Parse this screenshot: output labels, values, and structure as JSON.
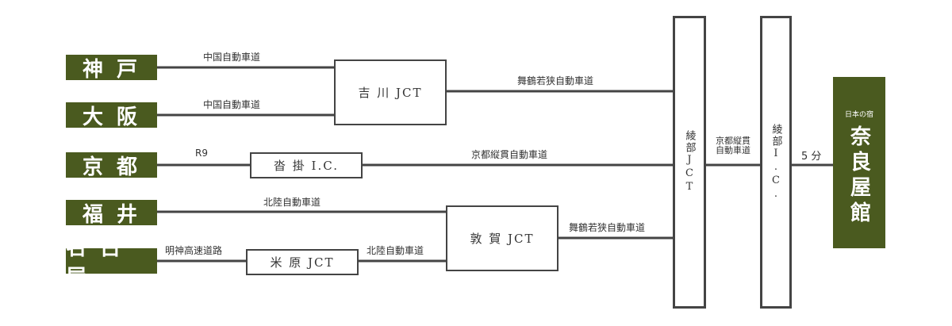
{
  "cities": {
    "kobe": "神 戸",
    "osaka": "大 阪",
    "kyoto": "京 都",
    "fukui": "福 井",
    "nagoya": "名 古 屋"
  },
  "junctions": {
    "yoshikawa": "吉 川 JCT",
    "kutsukake": "沓 掛 I.C.",
    "tsuruga": "敦 賀 JCT",
    "maibara": "米 原 JCT",
    "ayabe_jct": "綾部JCT",
    "ayabe_ic": "綾部I.C."
  },
  "roads": {
    "chugoku_1": "中国自動車道",
    "chugoku_2": "中国自動車道",
    "maizuru_1": "舞鶴若狭自動車道",
    "r9": "R9",
    "kyoto_jukan": "京都縦貫自動車道",
    "hokuriku_1": "北陸自動車道",
    "meishin": "明神高速道路",
    "hokuriku_2": "北陸自動車道",
    "maizuru_2": "舞鶴若狭自動車道",
    "kyoto_jukan_short": "京都縦貫\n自動車道",
    "time": "5 分"
  },
  "destination": {
    "small": "日本の宿",
    "name": "奈良屋館"
  }
}
